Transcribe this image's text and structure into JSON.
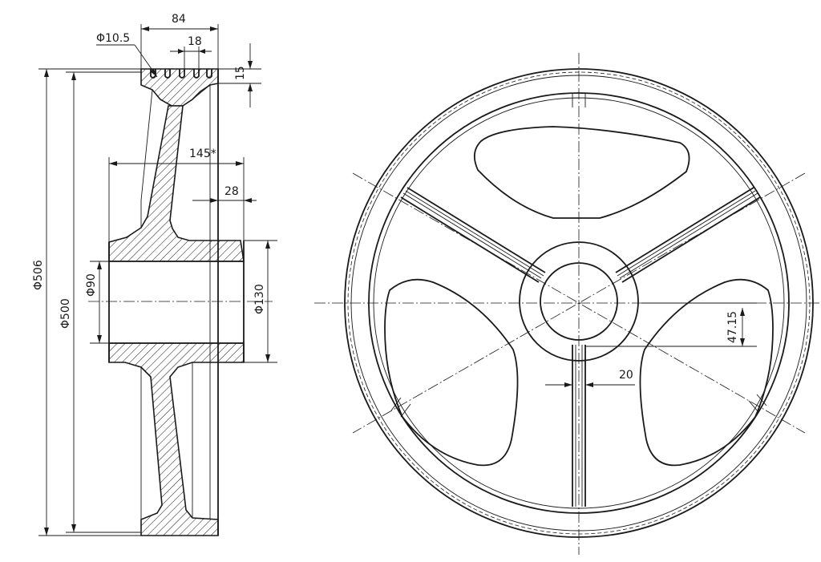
{
  "colors": {
    "ink": "#1a1a1a",
    "paper": "#ffffff"
  },
  "section_view": {
    "dimensions": {
      "overall_width": "84",
      "groove_diameter": "Φ10.5",
      "groove_pitch": "18",
      "rim_height": "15",
      "hub_length": "145*",
      "hub_offset": "28",
      "outer_diameter": "Φ506",
      "pitch_diameter": "Φ500",
      "bore_diameter": "Φ90",
      "hub_diameter": "Φ130"
    }
  },
  "front_view": {
    "dimensions": {
      "spoke_offset": "47.15",
      "spoke_width": "20"
    }
  }
}
